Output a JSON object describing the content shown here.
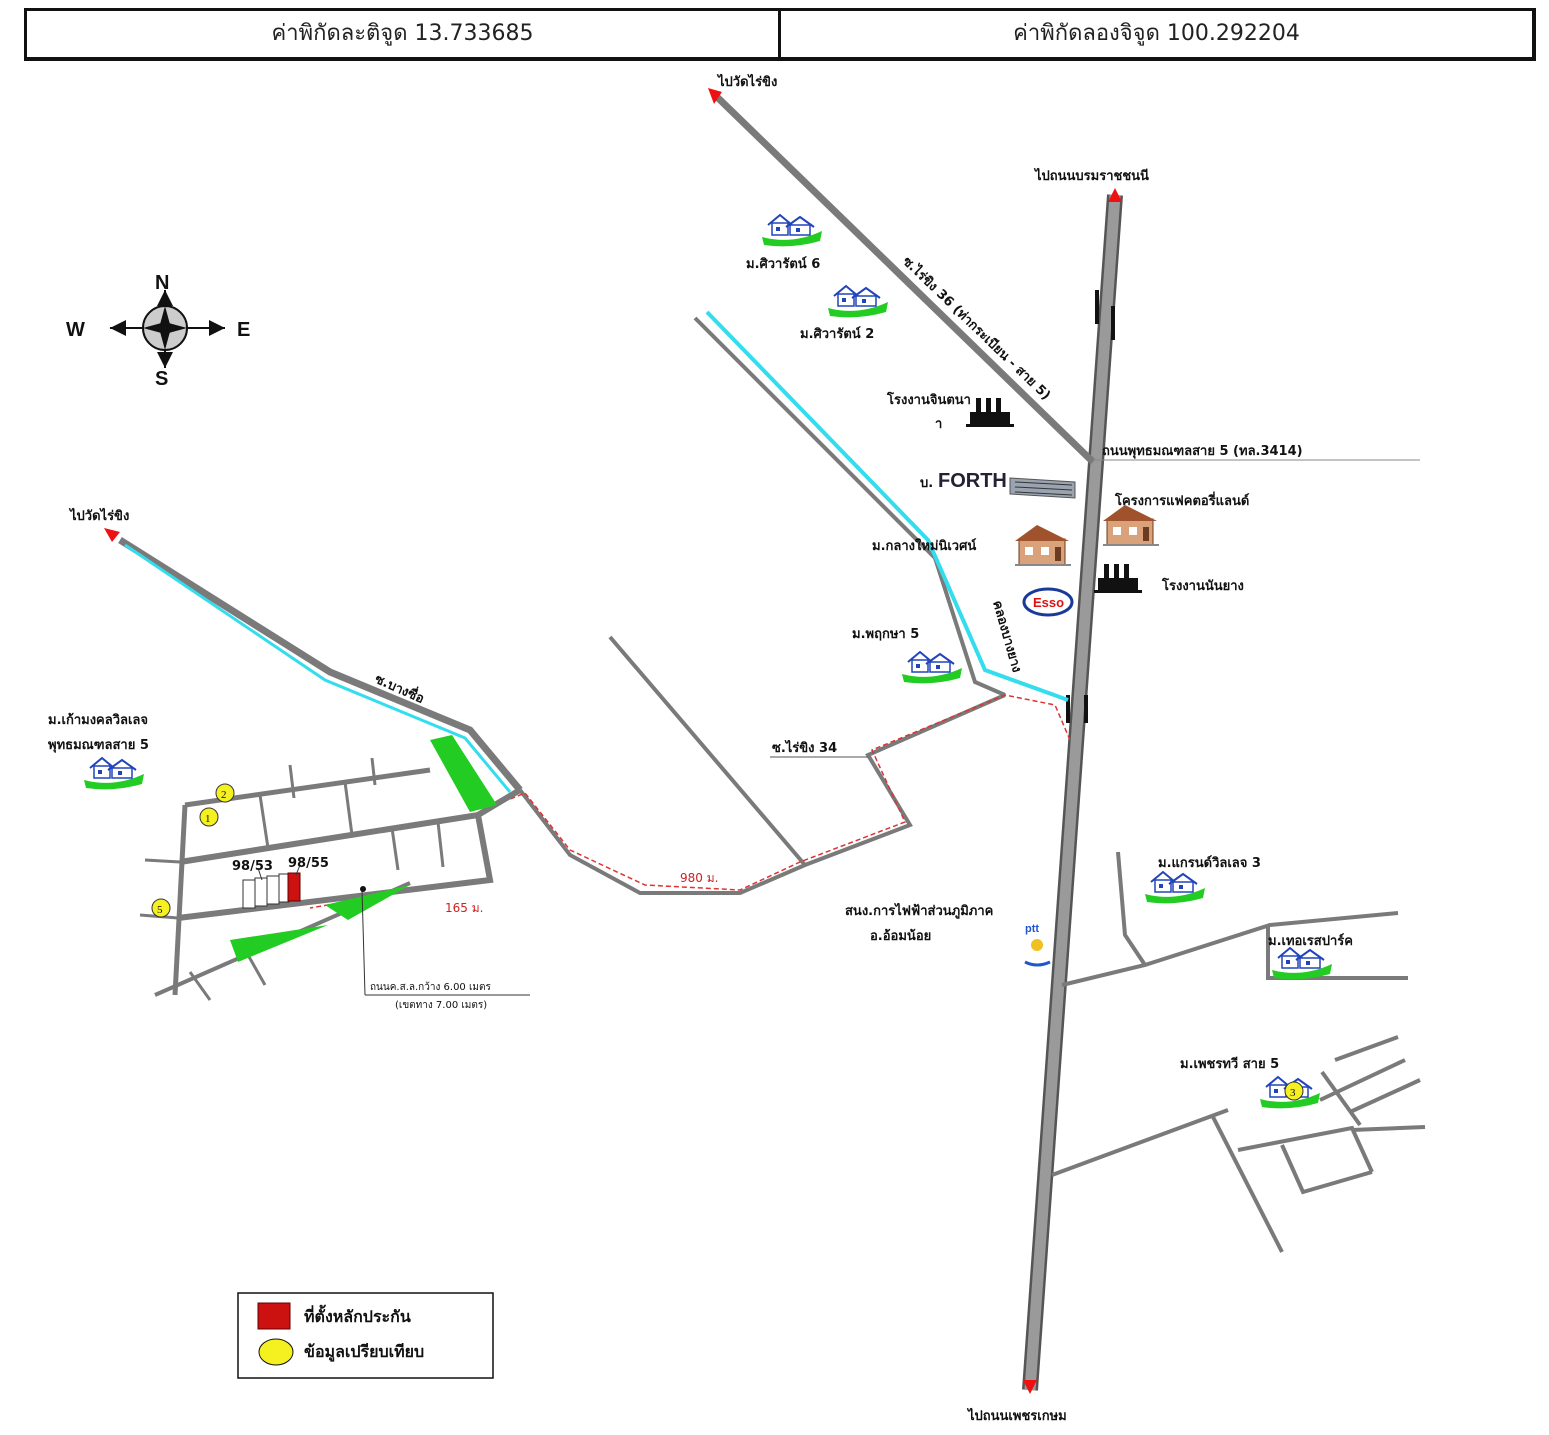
{
  "header": {
    "latitude": "ค่าพิกัดละติจูด 13.733685",
    "longitude": "ค่าพิกัดลองจิจูด 100.292204"
  },
  "compass": {
    "north": "N",
    "south": "S",
    "east": "E",
    "west": "W"
  },
  "labels": {
    "to_wat_rai_khing_top": "ไปวัดไร่ขิง",
    "to_wat_rai_khing_left": "ไปวัดไร่ขิง",
    "to_borommaratchachonnani": "ไปถนนบรมราชชนนี",
    "to_phetkasem": "ไปถนนเพชรเกษม",
    "road_soi_rai_khing_36": "ซ.ไร่ขิง 36 (ท่ากระเบียน - สาย 5)",
    "road_phutthamonthon_5": "ถนนพุทธมณฑลสาย 5 (ทล.3414)",
    "soi_rai_khing_34": "ซ.ไร่ขิง 34",
    "soi_bang_chue": "ซ.บางซื่อ",
    "canal": "คลองบางยาง",
    "village_siwarat_6": "ม.ศิวารัตน์ 6",
    "village_siwarat_2": "ม.ศิวารัตน์ 2",
    "factory_jintana": "โรงงานจินตนา",
    "factory_jintana_2": "า",
    "forth_prefix": "บ.",
    "forth": "FORTH",
    "factory_land": "โครงการแฟคตอรี่แลนด์",
    "village_klang_mai": "ม.กลางใหม่นิเวศน์",
    "factory_rubber": "โรงงานนันยาง",
    "esso": "Esso",
    "village_pruksa_5": "ม.พฤกษา 5",
    "village_kaomongkol_1": "ม.เก้ามงคลวิลเลจ",
    "village_kaomongkol_2": "พุทธมณฑลสาย 5",
    "distance_980": "980 ม.",
    "distance_165": "165 ม.",
    "plot_98_53": "98/53",
    "plot_98_55": "98/55",
    "road_width_1": "ถนนค.ส.ล.กว้าง 6.00 เมตร",
    "road_width_2": "(เขตทาง 7.00 เมตร)",
    "village_grand_3": "ม.แกรนด์วิลเลจ 3",
    "pea_office_1": "สนง.การไฟฟ้าส่วนภูมิภาค",
    "pea_office_2": "อ.อ้อมน้อย",
    "ptt": "ptt",
    "village_terrace": "ม.เทอเรสปาร์ค",
    "village_phetcharat": "ม.เพชรทวี สาย 5",
    "marker_1": "1",
    "marker_2": "2",
    "marker_3": "3",
    "marker_5": "5"
  },
  "legend": {
    "collateral": "ที่ตั้งหลักประกัน",
    "comparison": "ข้อมูลเปรียบเทียบ"
  },
  "colors": {
    "road": "#808080",
    "canal": "#33ddee",
    "green": "#22cc22",
    "route": "#dd3333",
    "marker": "#f5f020",
    "collateral": "#cc1111",
    "house_blue": "#2244bb"
  }
}
